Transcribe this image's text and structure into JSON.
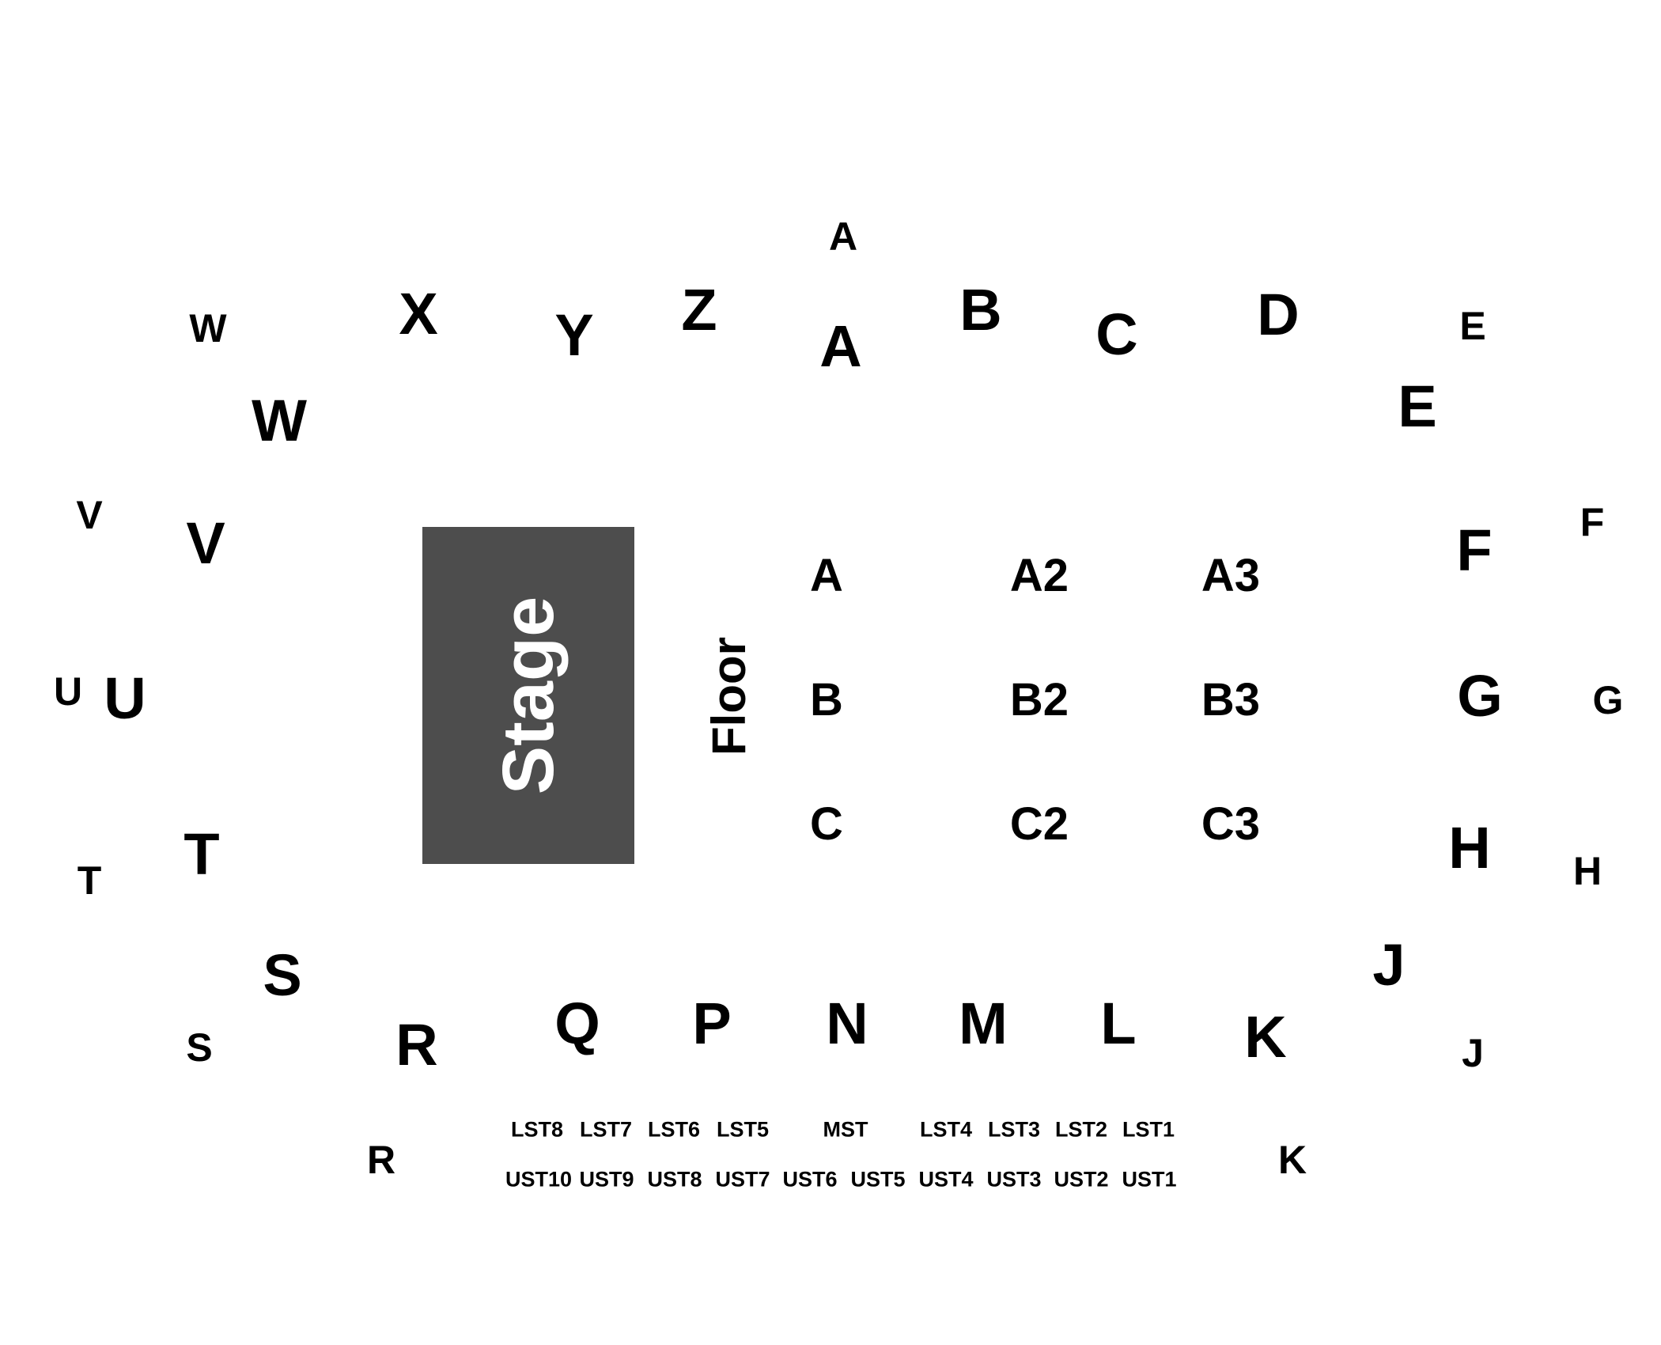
{
  "stage": {
    "label": "Stage"
  },
  "floor": {
    "label": "Floor",
    "sections": [
      "A",
      "A2",
      "A3",
      "B",
      "B2",
      "B3",
      "C",
      "C2",
      "C3"
    ]
  },
  "upper_sections": {
    "A": "A",
    "B": "B",
    "C": "C",
    "D": "D",
    "E": "E",
    "F": "F",
    "G": "G",
    "H": "H",
    "J": "J",
    "K": "K",
    "L": "L",
    "M": "M",
    "N": "N",
    "P": "P",
    "Q": "Q",
    "R": "R",
    "S": "S",
    "T": "T",
    "U": "U",
    "V": "V",
    "W": "W",
    "X": "X",
    "Y": "Y",
    "Z": "Z"
  },
  "outer_sections": {
    "A": "A",
    "E": "E",
    "F": "F",
    "G": "G",
    "H": "H",
    "J": "J",
    "K": "K",
    "R": "R",
    "S": "S",
    "T": "T",
    "U": "U",
    "V": "V",
    "W": "W"
  },
  "lower_stands": [
    "LST8",
    "LST7",
    "LST6",
    "LST5",
    "MST",
    "LST4",
    "LST3",
    "LST2",
    "LST1"
  ],
  "upper_stands": [
    "UST10",
    "UST9",
    "UST8",
    "UST7",
    "UST6",
    "UST5",
    "UST4",
    "UST3",
    "UST2",
    "UST1"
  ]
}
